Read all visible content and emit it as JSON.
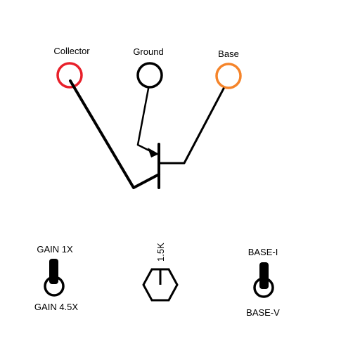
{
  "terminals": {
    "collector": {
      "label": "Collector",
      "color": "#e8202a"
    },
    "ground": {
      "label": "Ground",
      "color": "#000000"
    },
    "base": {
      "label": "Base",
      "color": "#f5842a"
    }
  },
  "controls": {
    "gain_switch": {
      "top_label": "GAIN 1X",
      "bottom_label": "GAIN 4.5X"
    },
    "resistor_knob": {
      "label": "1.5K"
    },
    "base_switch": {
      "top_label": "BASE-I",
      "bottom_label": "BASE-V"
    }
  },
  "style": {
    "line_color": "#000000",
    "background": "#ffffff"
  }
}
